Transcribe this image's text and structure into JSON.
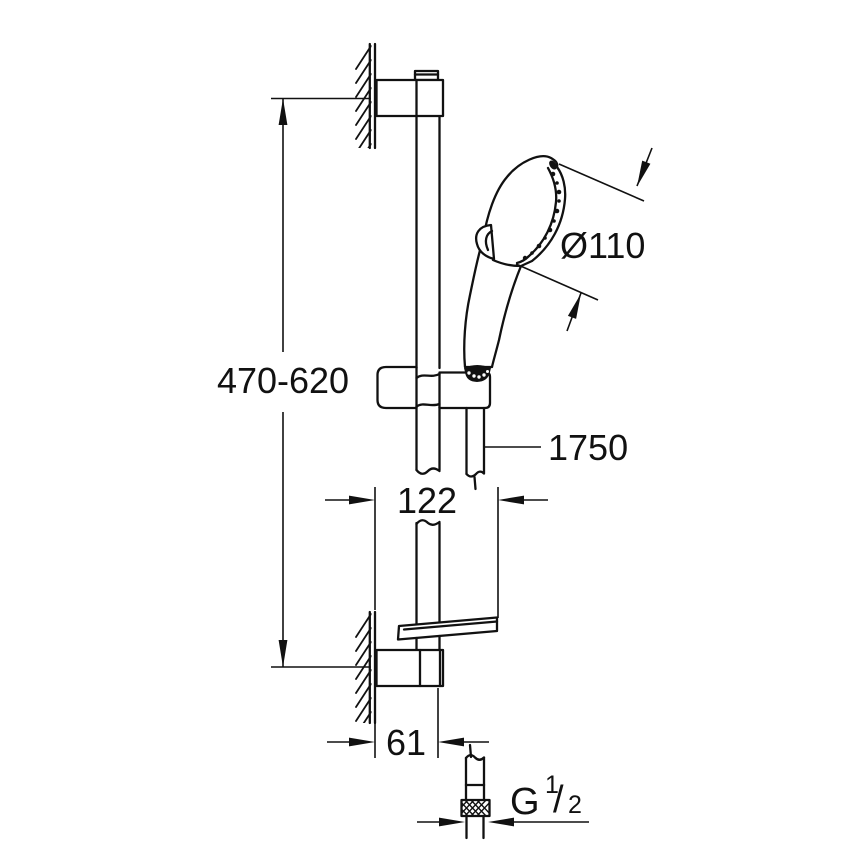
{
  "colors": {
    "background": "#ffffff",
    "ink": "#111111"
  },
  "labels": {
    "rail_height": "470-620",
    "head_diameter": "Ø110",
    "hose_length": "1750",
    "wall_offset": "122",
    "bottom_offset": "61"
  },
  "thread_label": {
    "base": "G",
    "numerator": "1",
    "slash": "/",
    "denominator": "2"
  }
}
